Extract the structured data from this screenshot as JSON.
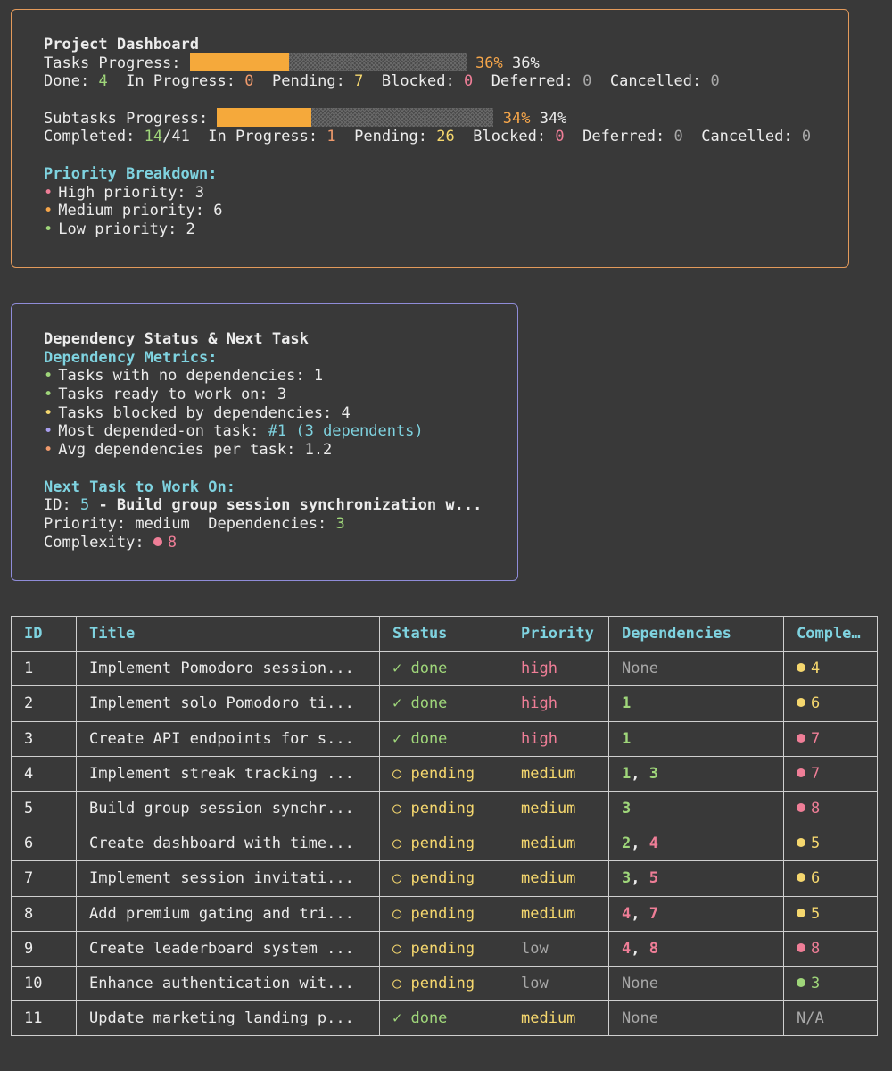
{
  "dashboard": {
    "title": "Project Dashboard",
    "tasks_progress": {
      "label": "Tasks Progress:",
      "fraction": 0.36,
      "percent_colored": "36%",
      "percent_plain": "36%",
      "done_label": "Done:",
      "done": "4",
      "in_progress_label": "In Progress:",
      "in_progress": "0",
      "pending_label": "Pending:",
      "pending": "7",
      "blocked_label": "Blocked:",
      "blocked": "0",
      "deferred_label": "Deferred:",
      "deferred": "0",
      "cancelled_label": "Cancelled:",
      "cancelled": "0"
    },
    "subtasks_progress": {
      "label": "Subtasks Progress:",
      "fraction": 0.34,
      "percent_colored": "34%",
      "percent_plain": "34%",
      "completed_label": "Completed:",
      "completed": "14",
      "total": "/41",
      "in_progress_label": "In Progress:",
      "in_progress": "1",
      "pending_label": "Pending:",
      "pending": "26",
      "blocked_label": "Blocked:",
      "blocked": "0",
      "deferred_label": "Deferred:",
      "deferred": "0",
      "cancelled_label": "Cancelled:",
      "cancelled": "0"
    },
    "priority": {
      "heading": "Priority Breakdown:",
      "bullet": "•",
      "high": "High priority: 3",
      "medium": "Medium priority: 6",
      "low": "Low priority: 2"
    }
  },
  "dependency": {
    "title": "Dependency Status & Next Task",
    "metrics_heading": "Dependency Metrics:",
    "bullet": "•",
    "no_deps": "Tasks with no dependencies: 1",
    "ready": "Tasks ready to work on: 3",
    "blocked": "Tasks blocked by dependencies: 4",
    "most_label": "Most depended-on task: ",
    "most_value": "#1 (3 dependents)",
    "avg": "Avg dependencies per task: 1.2",
    "next_heading": "Next Task to Work On:",
    "next_id_label": "ID: ",
    "next_id": "5",
    "next_title": " - Build group session synchronization w...",
    "next_priority_label": "Priority: medium  Dependencies: ",
    "next_deps": "3",
    "next_complexity_label": "Complexity: ",
    "next_complexity": "8"
  },
  "table": {
    "headers": [
      "ID",
      "Title",
      "Status",
      "Priority",
      "Dependencies",
      "Comple…"
    ],
    "rows": [
      {
        "id": "1",
        "title": "Implement Pomodoro session...",
        "status": "✓ done",
        "priority": "high",
        "deps": [],
        "deps_none": "None",
        "complexity": "4",
        "complexity_color": "#f5d76e"
      },
      {
        "id": "2",
        "title": "Implement solo Pomodoro ti...",
        "status": "✓ done",
        "priority": "high",
        "deps": [
          {
            "v": "1",
            "c": "#9fd67a"
          }
        ],
        "complexity": "6",
        "complexity_color": "#f5d76e"
      },
      {
        "id": "3",
        "title": "Create API endpoints for s...",
        "status": "✓ done",
        "priority": "high",
        "deps": [
          {
            "v": "1",
            "c": "#9fd67a"
          }
        ],
        "complexity": "7",
        "complexity_color": "#ef7e97"
      },
      {
        "id": "4",
        "title": "Implement streak tracking ...",
        "status": "○ pending",
        "priority": "medium",
        "deps": [
          {
            "v": "1",
            "c": "#9fd67a"
          },
          {
            "v": "3",
            "c": "#9fd67a"
          }
        ],
        "complexity": "7",
        "complexity_color": "#ef7e97"
      },
      {
        "id": "5",
        "title": "Build group session synchr...",
        "status": "○ pending",
        "priority": "medium",
        "deps": [
          {
            "v": "3",
            "c": "#9fd67a"
          }
        ],
        "complexity": "8",
        "complexity_color": "#ef7e97"
      },
      {
        "id": "6",
        "title": "Create dashboard with time...",
        "status": "○ pending",
        "priority": "medium",
        "deps": [
          {
            "v": "2",
            "c": "#9fd67a"
          },
          {
            "v": "4",
            "c": "#ef7e97"
          }
        ],
        "complexity": "5",
        "complexity_color": "#f5d76e"
      },
      {
        "id": "7",
        "title": "Implement session invitati...",
        "status": "○ pending",
        "priority": "medium",
        "deps": [
          {
            "v": "3",
            "c": "#9fd67a"
          },
          {
            "v": "5",
            "c": "#ef7e97"
          }
        ],
        "complexity": "6",
        "complexity_color": "#f5d76e"
      },
      {
        "id": "8",
        "title": "Add premium gating and tri...",
        "status": "○ pending",
        "priority": "medium",
        "deps": [
          {
            "v": "4",
            "c": "#ef7e97"
          },
          {
            "v": "7",
            "c": "#ef7e97"
          }
        ],
        "complexity": "5",
        "complexity_color": "#f5d76e"
      },
      {
        "id": "9",
        "title": "Create leaderboard system ...",
        "status": "○ pending",
        "priority": "low",
        "deps": [
          {
            "v": "4",
            "c": "#ef7e97"
          },
          {
            "v": "8",
            "c": "#ef7e97"
          }
        ],
        "complexity": "8",
        "complexity_color": "#ef7e97"
      },
      {
        "id": "10",
        "title": "Enhance authentication wit...",
        "status": "○ pending",
        "priority": "low",
        "deps": [],
        "deps_none": "None",
        "complexity": "3",
        "complexity_color": "#9fd67a"
      },
      {
        "id": "11",
        "title": "Update marketing landing p...",
        "status": "✓ done",
        "priority": "medium",
        "deps": [],
        "deps_none": "None",
        "complexity": "N/A",
        "complexity_color": ""
      }
    ]
  },
  "colors": {
    "background": "#393939",
    "dashboard_border": "#e39a5b",
    "dependency_border": "#8f8cd8",
    "bar_fill": "#f5a93b",
    "done": "#9fd67a",
    "pending": "#f5d76e",
    "high": "#ef7e97",
    "medium": "#f5d76e",
    "low": "#a8a8a8",
    "header": "#7fd3e0",
    "none": "#a8a8a8"
  }
}
